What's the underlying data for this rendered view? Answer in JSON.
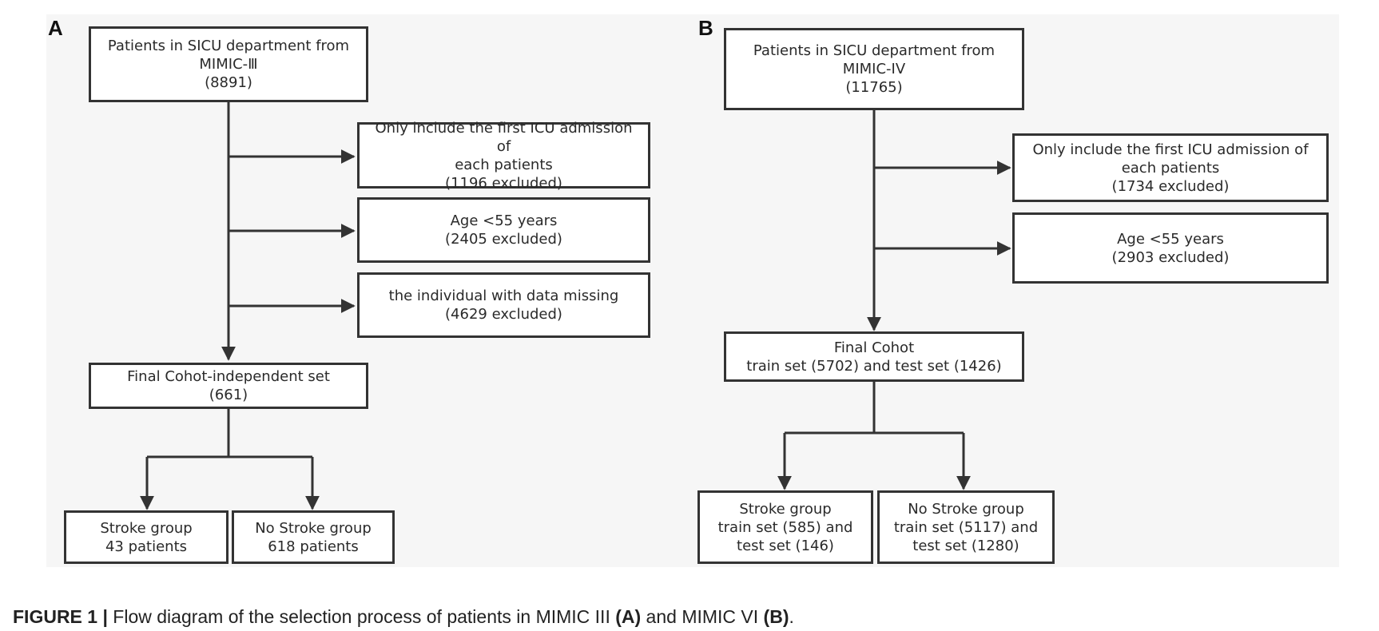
{
  "panelA": {
    "label": "A",
    "source": "Patients in SICU department from\nMIMIC-Ⅲ\n(8891)",
    "excl1": "Only include the first ICU admission of\neach patients\n(1196 excluded)",
    "excl2": "Age <55 years\n(2405 excluded)",
    "excl3": "the individual with data missing\n(4629  excluded)",
    "final": "Final Cohot-independent set\n(661)",
    "groupStroke": "Stroke group\n43 patients",
    "groupNoStroke": "No Stroke group\n618 patients"
  },
  "panelB": {
    "label": "B",
    "source": "Patients in SICU department from\nMIMIC-IV\n(11765)",
    "excl1": "Only include the first ICU admission of\neach patients\n(1734 excluded)",
    "excl2": "Age <55 years\n(2903  excluded)",
    "final": "Final Cohot\ntrain set (5702) and test set (1426)",
    "groupStroke": "Stroke group\ntrain set (585) and\ntest set (146)",
    "groupNoStroke": "No Stroke group\ntrain set (5117) and\ntest set (1280)"
  },
  "caption": {
    "prefix": "FIGURE 1 |",
    "text1": " Flow diagram of the selection process of patients in MIMIC III ",
    "refA": "(A)",
    "text2": " and MIMIC VI ",
    "refB": "(B)",
    "end": "."
  }
}
